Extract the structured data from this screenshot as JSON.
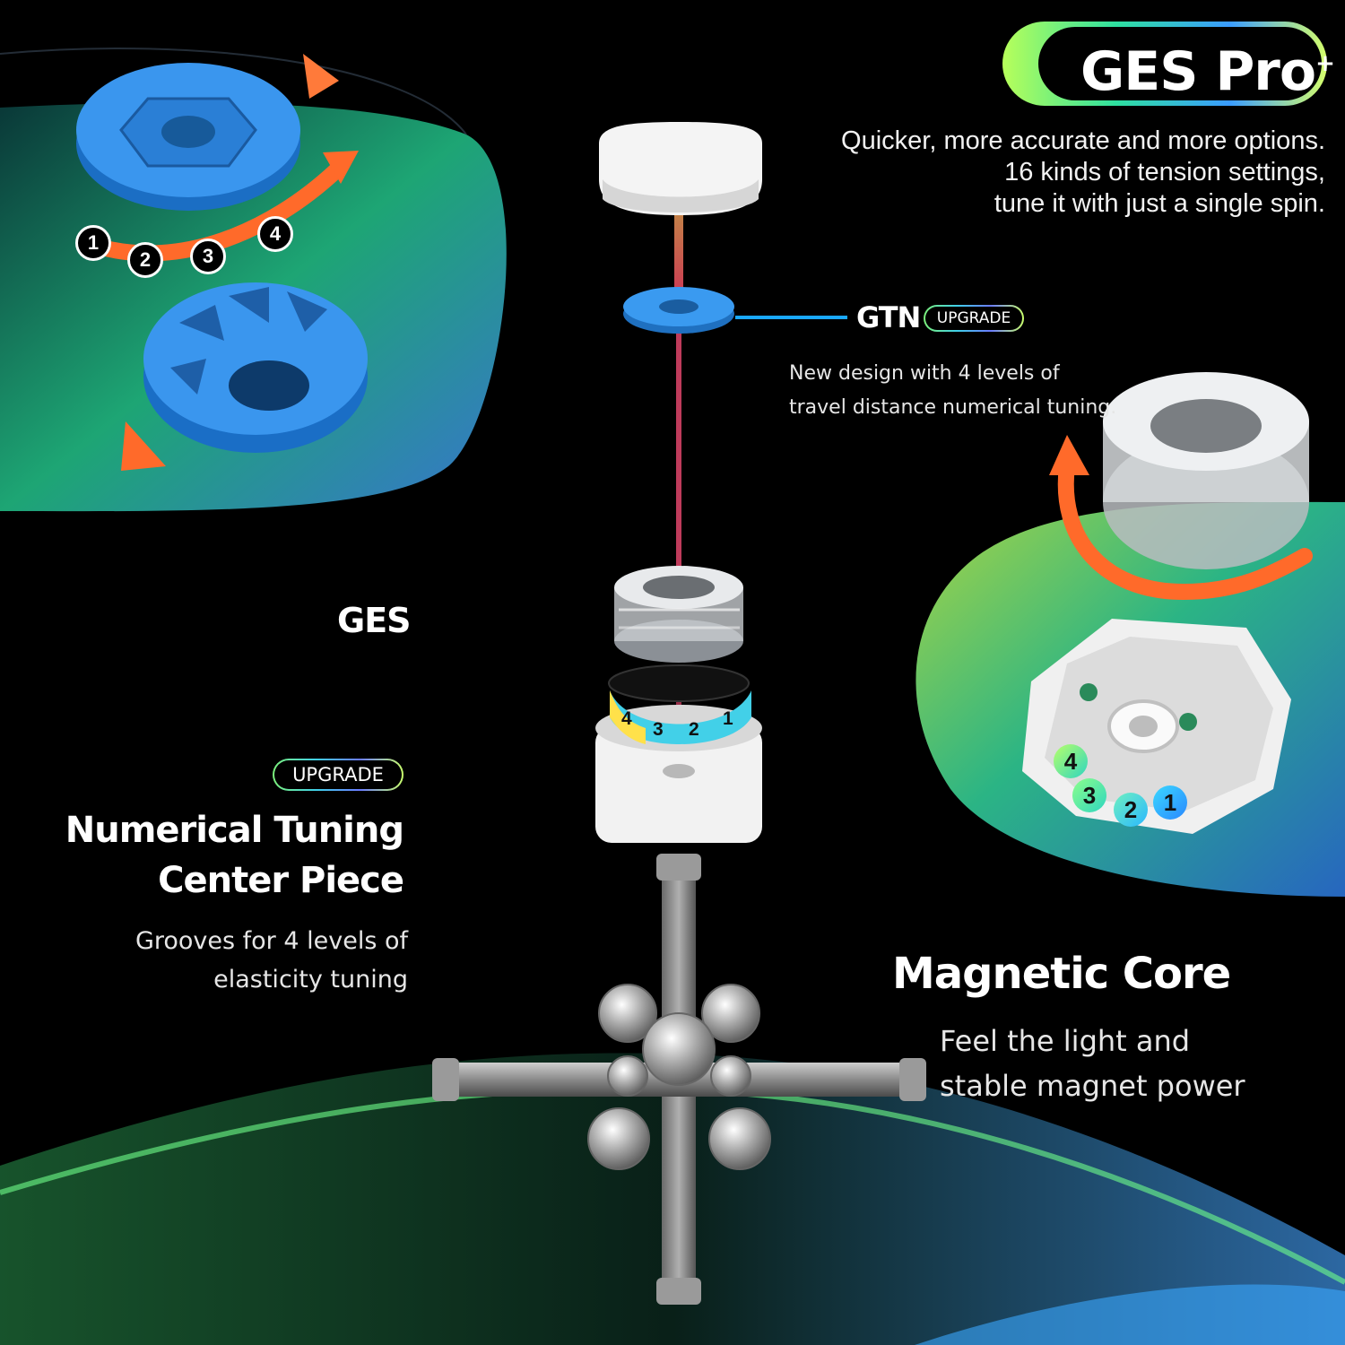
{
  "badge": {
    "title": "GES Pro",
    "sup": "+"
  },
  "intro": {
    "line1": "Quicker, more accurate and more options.",
    "line2": "16 kinds of tension settings,",
    "line3": "tune it with just a single spin."
  },
  "gtn": {
    "label": "GTN",
    "tag": "UPGRADE",
    "desc1": "New design with 4 levels of",
    "desc2": "travel distance numerical tuning."
  },
  "ges": {
    "label": "GES"
  },
  "center": {
    "tag": "UPGRADE",
    "title1": "Numerical Tuning",
    "title2": "Center Piece",
    "desc1": "Grooves for 4 levels of",
    "desc2": "elasticity tuning"
  },
  "core": {
    "title": "Magnetic Core",
    "desc1": "Feel the light and",
    "desc2": "stable magnet power"
  },
  "left_steps": [
    "1",
    "2",
    "3",
    "4"
  ],
  "right_steps": [
    "4",
    "3",
    "2",
    "1"
  ],
  "ring_steps": [
    "4",
    "3",
    "2",
    "1"
  ],
  "colors": {
    "background": "#000000",
    "blue_part": "#2b8fe6",
    "orange_arrow": "#ff6a2a",
    "green_glow": "#3fdc7a"
  }
}
